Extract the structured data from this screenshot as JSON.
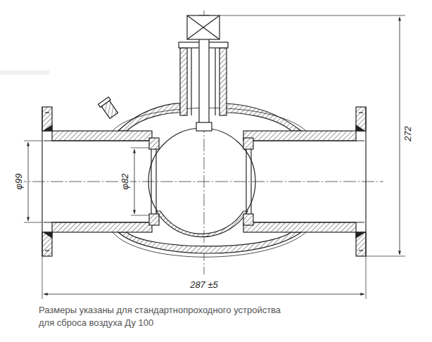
{
  "diagram": {
    "caption": "Размеры указаны для стандартнопроходного устройства для сброса воздуха Ду 100",
    "labels": [
      "φ99",
      "φ82",
      "272",
      "287 ±5"
    ]
  }
}
